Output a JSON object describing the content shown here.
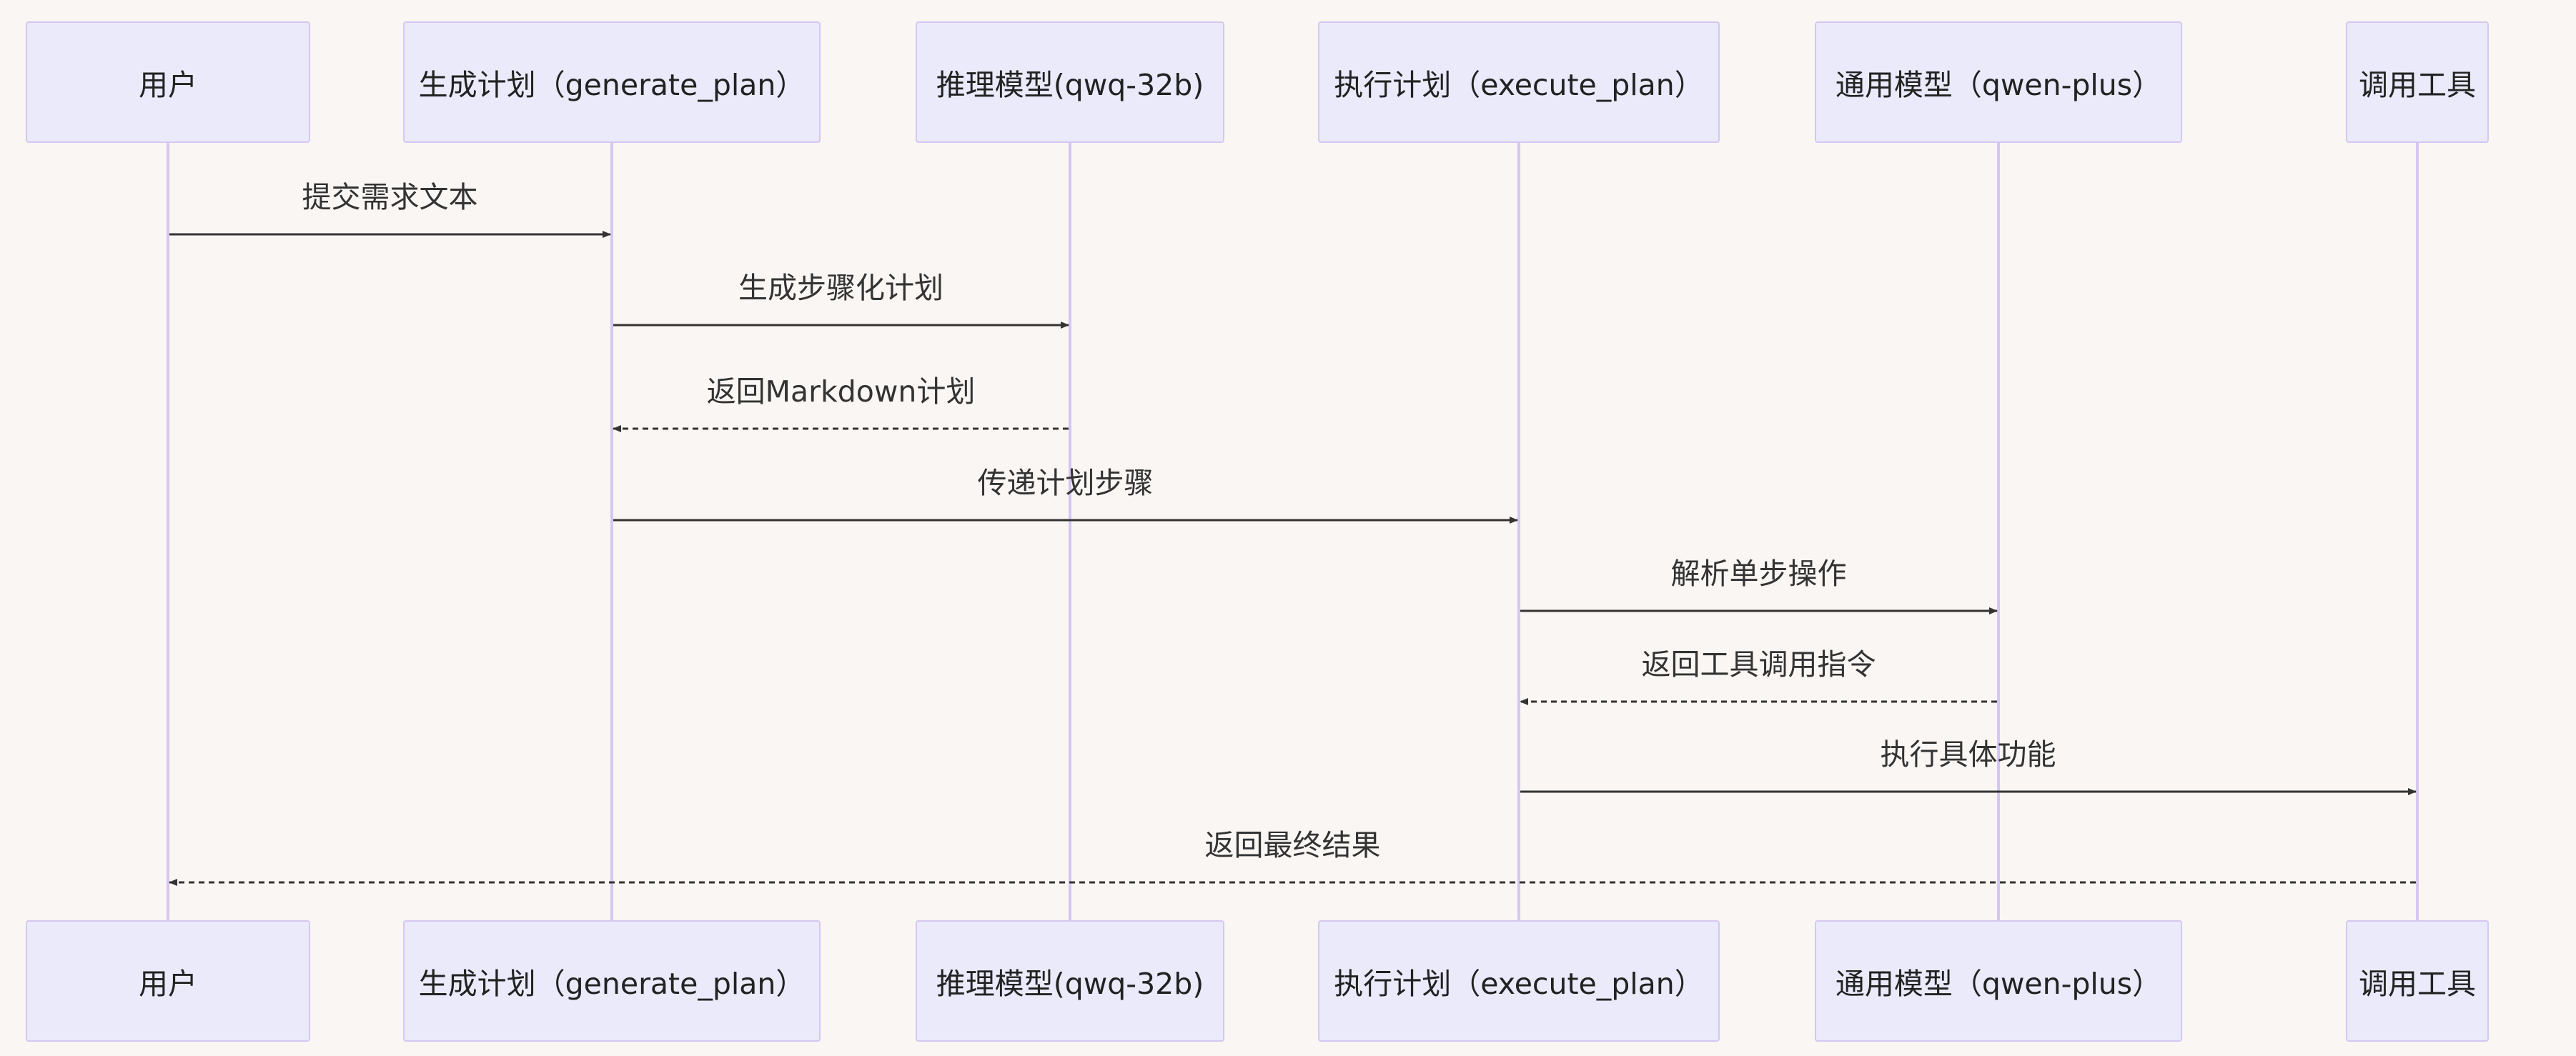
{
  "colors": {
    "background": "#f9f6f3",
    "actor_fill": "#eaeafb",
    "actor_border": "#d6c7f1",
    "lifeline": "#d6c7f1",
    "arrow": "#333333"
  },
  "participants": [
    {
      "id": "user",
      "label": "用户"
    },
    {
      "id": "gen",
      "label": "生成计划（generate_plan）"
    },
    {
      "id": "reason",
      "label": "推理模型(qwq-32b)"
    },
    {
      "id": "exec",
      "label": "执行计划（execute_plan）"
    },
    {
      "id": "general",
      "label": "通用模型（qwen-plus）"
    },
    {
      "id": "tool",
      "label": "调用工具"
    }
  ],
  "messages": [
    {
      "from": "user",
      "to": "gen",
      "label": "提交需求文本",
      "style": "solid"
    },
    {
      "from": "gen",
      "to": "reason",
      "label": "生成步骤化计划",
      "style": "solid"
    },
    {
      "from": "reason",
      "to": "gen",
      "label": "返回Markdown计划",
      "style": "dashed"
    },
    {
      "from": "gen",
      "to": "exec",
      "label": "传递计划步骤",
      "style": "solid"
    },
    {
      "from": "exec",
      "to": "general",
      "label": "解析单步操作",
      "style": "solid"
    },
    {
      "from": "general",
      "to": "exec",
      "label": "返回工具调用指令",
      "style": "dashed"
    },
    {
      "from": "exec",
      "to": "tool",
      "label": "执行具体功能",
      "style": "solid"
    },
    {
      "from": "tool",
      "to": "user",
      "label": "返回最终结果",
      "style": "dashed"
    }
  ]
}
